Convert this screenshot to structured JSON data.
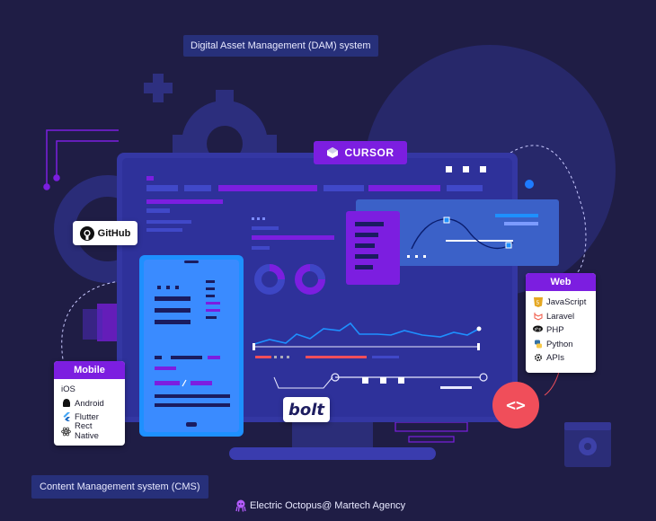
{
  "labels": {
    "dam": "Digital Asset Management (DAM) system",
    "cms": "Content Management system (CMS)",
    "footer": "Electric Octopus@ Martech Agency"
  },
  "logos": {
    "cursor": "CURSOR",
    "github": "GitHub",
    "bolt": "bolt",
    "code_badge": "<>"
  },
  "mobile": {
    "title": "Mobile",
    "items": [
      {
        "label": "iOS",
        "icon": "apple-icon"
      },
      {
        "label": "Android",
        "icon": "android-icon"
      },
      {
        "label": "Flutter",
        "icon": "flutter-icon"
      },
      {
        "label": "Rect Native",
        "icon": "react-icon"
      }
    ]
  },
  "web": {
    "title": "Web",
    "items": [
      {
        "label": "JavaScript",
        "icon": "js-icon"
      },
      {
        "label": "Laravel",
        "icon": "laravel-icon"
      },
      {
        "label": "PHP",
        "icon": "php-icon"
      },
      {
        "label": "Python",
        "icon": "python-icon"
      },
      {
        "label": "APIs",
        "icon": "gear-icon"
      }
    ]
  },
  "colors": {
    "background": "#1f1d45",
    "accent_purple": "#7c1ee0",
    "screen_blue": "#3a3fb8",
    "bright_blue": "#1e90ff",
    "code_red": "#f04e5a"
  }
}
